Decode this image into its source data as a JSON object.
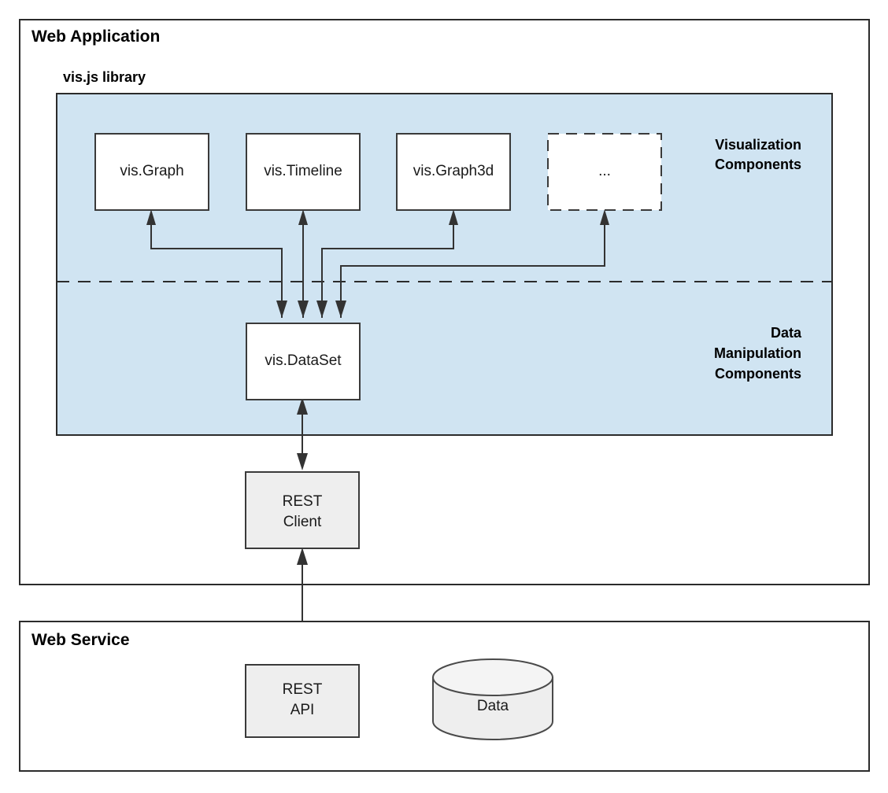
{
  "diagram": {
    "groups": [
      {
        "id": "web-application",
        "title": "Web Application"
      },
      {
        "id": "web-service",
        "title": "Web Service"
      }
    ],
    "library_panel": {
      "title": "vis.js library",
      "fill_color": "#d0e4f2",
      "side_labels": [
        {
          "id": "visualization-components",
          "line1": "Visualization",
          "line2": "Components"
        },
        {
          "id": "data-manipulation-components",
          "line1": "Data",
          "line2": "Manipulation",
          "line3": "Components"
        }
      ]
    },
    "nodes": [
      {
        "id": "vis-graph",
        "label": "vis.Graph",
        "style": "white"
      },
      {
        "id": "vis-timeline",
        "label": "vis.Timeline",
        "style": "white"
      },
      {
        "id": "vis-graph3d",
        "label": "vis.Graph3d",
        "style": "white"
      },
      {
        "id": "more-components",
        "label": "...",
        "style": "dashed"
      },
      {
        "id": "vis-dataset",
        "label": "vis.DataSet",
        "style": "white"
      },
      {
        "id": "rest-client",
        "label_line1": "REST",
        "label_line2": "Client",
        "style": "gray"
      },
      {
        "id": "rest-api",
        "label_line1": "REST",
        "label_line2": "API",
        "style": "gray"
      },
      {
        "id": "data-store",
        "label": "Data",
        "style": "cylinder"
      }
    ],
    "edges": [
      {
        "id": "edge-dataset-graph",
        "from": "vis-dataset",
        "to": "vis-graph",
        "direction": "one-way"
      },
      {
        "id": "edge-dataset-timeline",
        "from": "vis-dataset",
        "to": "vis-timeline",
        "direction": "one-way"
      },
      {
        "id": "edge-dataset-graph3d",
        "from": "vis-dataset",
        "to": "vis-graph3d",
        "direction": "one-way"
      },
      {
        "id": "edge-dataset-more",
        "from": "vis-dataset",
        "to": "more-components",
        "direction": "one-way"
      },
      {
        "id": "edge-dataset-restclient",
        "from": "vis-dataset",
        "to": "rest-client",
        "direction": "two-way"
      },
      {
        "id": "edge-restclient-restapi",
        "from": "rest-client",
        "to": "rest-api",
        "direction": "two-way"
      },
      {
        "id": "edge-restapi-data",
        "from": "rest-api",
        "to": "data-store",
        "direction": "two-way"
      }
    ],
    "colors": {
      "panel": "#d0e4f2",
      "node_white": "#ffffff",
      "node_gray": "#eeeeee",
      "stroke": "#2b2b2b"
    }
  }
}
